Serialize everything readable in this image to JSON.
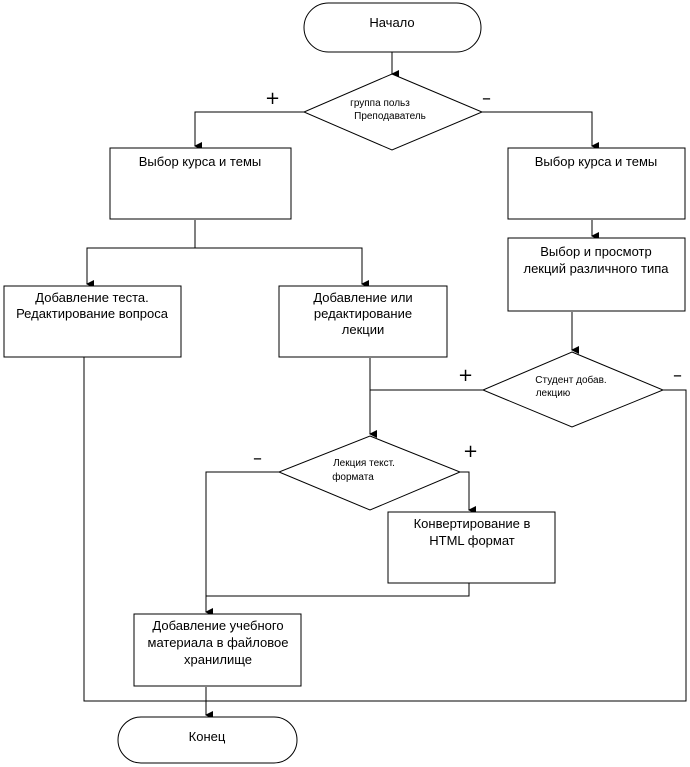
{
  "nodes": {
    "start": "Начало",
    "decision_user_group": [
      "группа польз",
      "Преподаватель"
    ],
    "left_select_course": "Выбор курса и темы",
    "right_select_course": "Выбор курса и темы",
    "view_lectures": [
      "Выбор и просмотр",
      "лекций различного типа"
    ],
    "add_test": [
      "Добавление теста.",
      "Редактирование вопроса"
    ],
    "add_edit_lecture": [
      "Добавление или",
      "редактирование",
      "лекции"
    ],
    "decision_student_added": [
      "Студент добав.",
      "лекцию"
    ],
    "decision_text_format": [
      "Лекция текст.",
      "формата"
    ],
    "convert_html": [
      "Конвертирование в",
      "HTML формат"
    ],
    "add_material": [
      "Добавление учебного",
      "материала в файловое",
      "хранилище"
    ],
    "end": "Конец"
  },
  "signs": {
    "plus": "+",
    "minus": "–"
  }
}
